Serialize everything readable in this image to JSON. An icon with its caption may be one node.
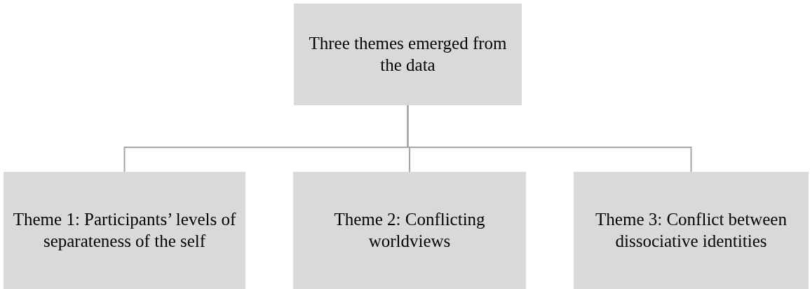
{
  "diagram": {
    "nodes": [
      {
        "text": [
          "Three themes emerged from the data"
        ]
      },
      {
        "text": [
          "Theme 1: Participants’ levels of separateness of the self"
        ]
      },
      {
        "text": [
          "Theme 2: Conflicting worldviews"
        ]
      },
      {
        "text": [
          "Theme 3: Conflict between dissociative identities"
        ]
      }
    ],
    "edges": [
      {
        "from": 0,
        "to": 1,
        "arrow": "none"
      },
      {
        "from": 0,
        "to": 2,
        "arrow": "none"
      },
      {
        "from": 0,
        "to": 3,
        "arrow": "none"
      }
    ]
  }
}
